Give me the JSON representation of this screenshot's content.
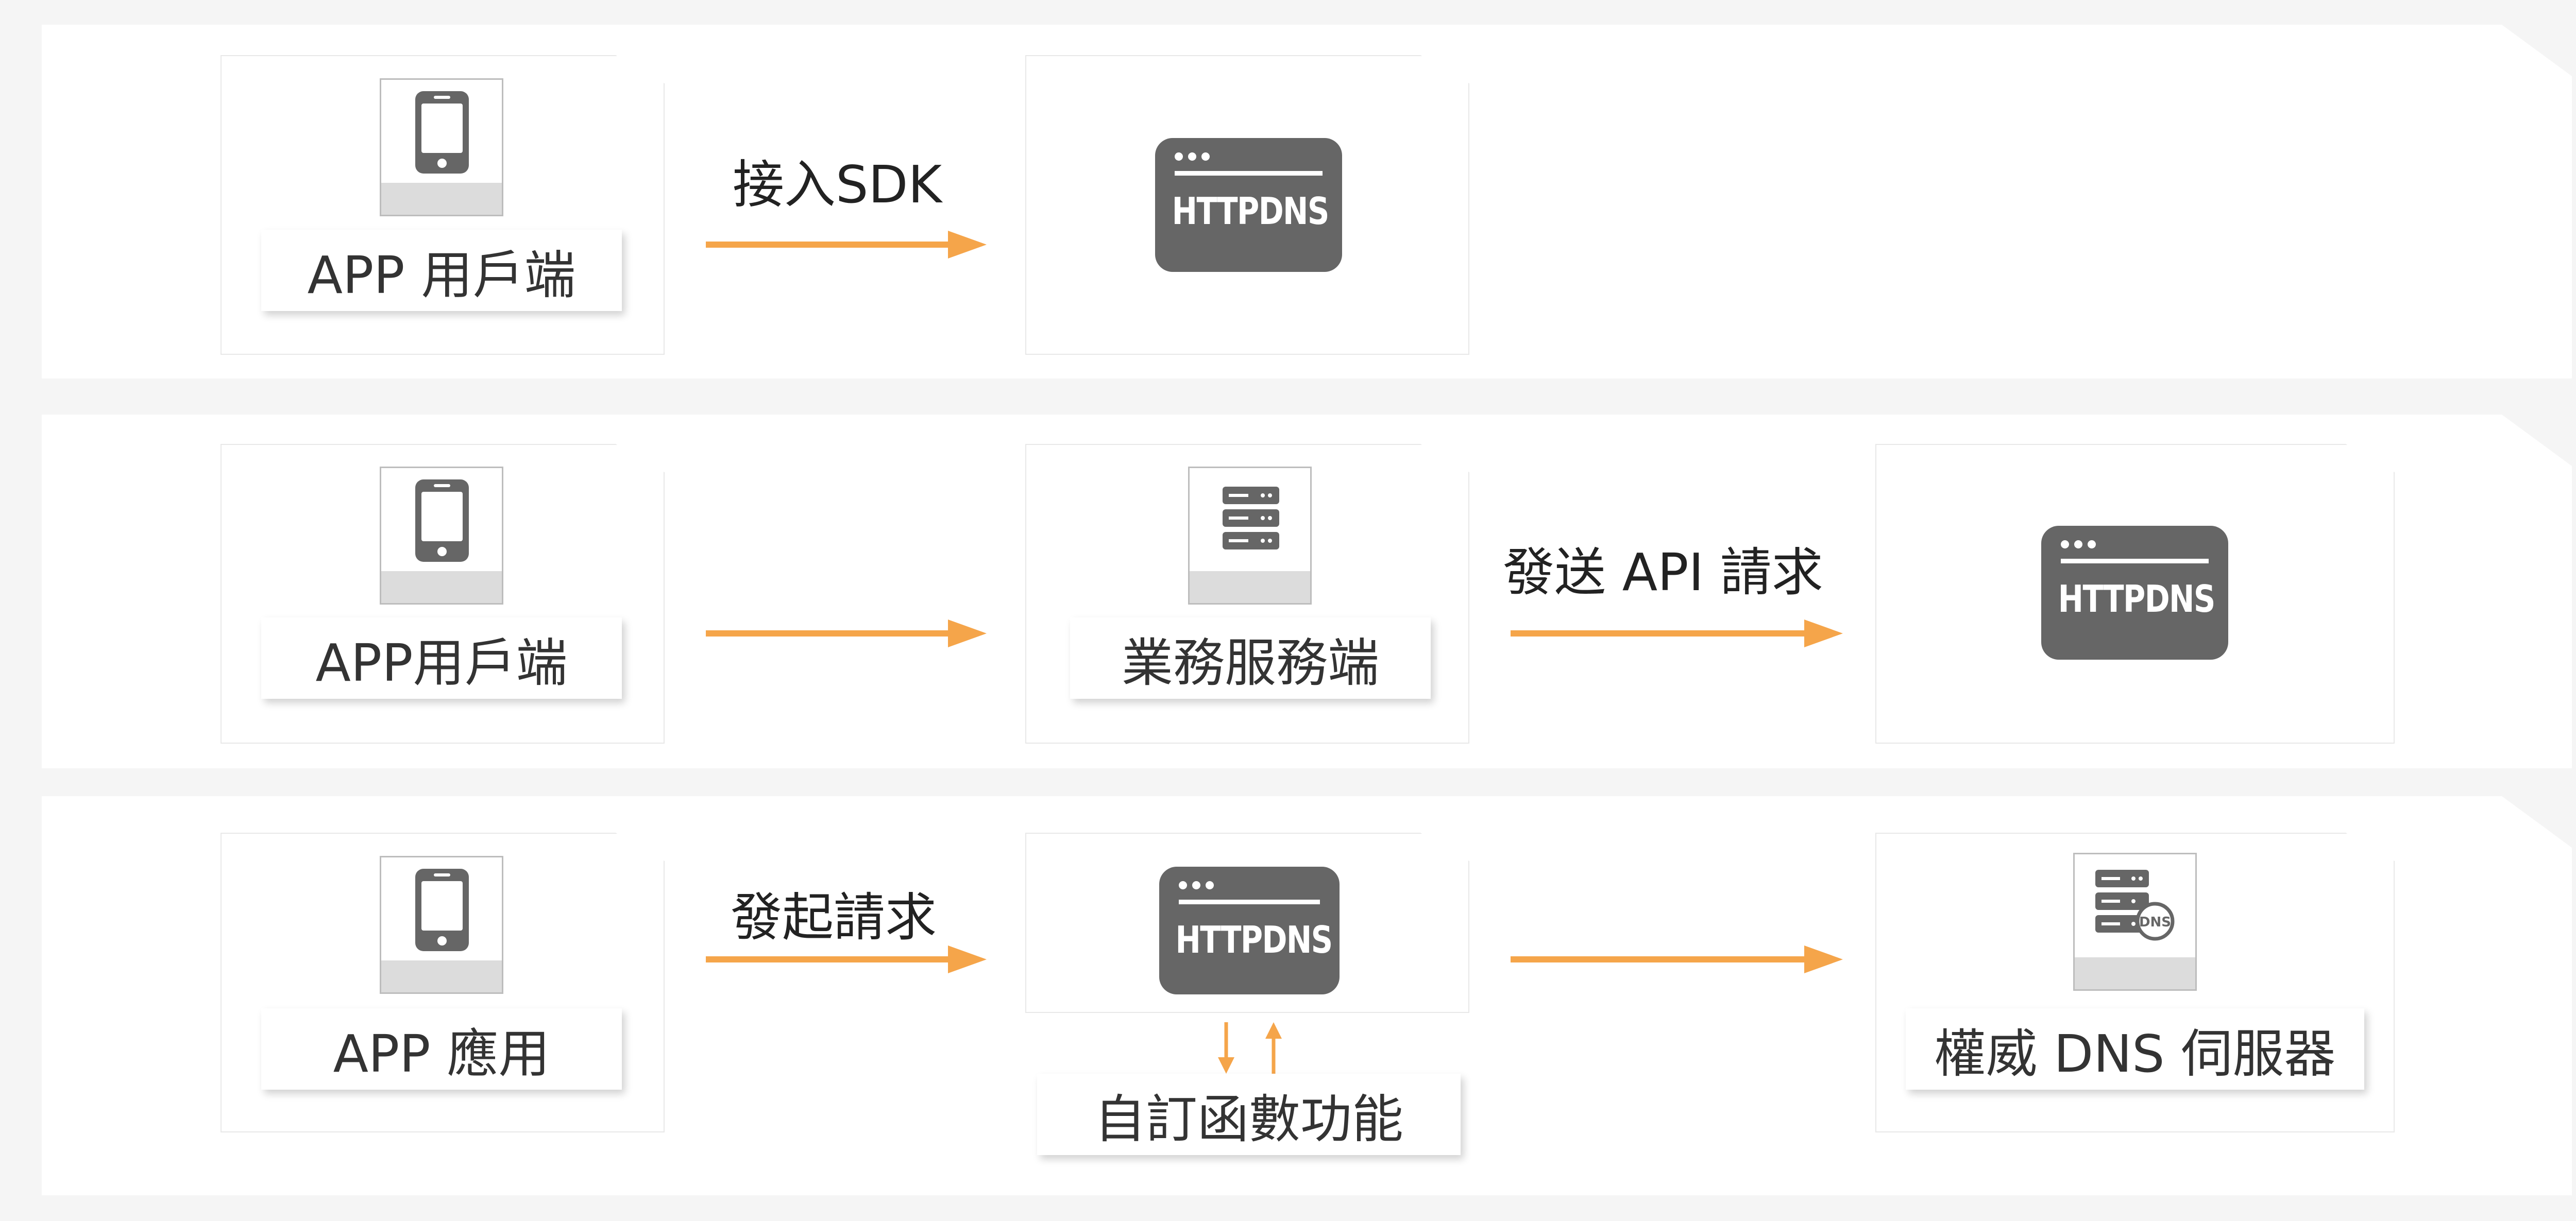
{
  "rows": [
    {
      "client_label": "APP 用戶端",
      "flow1_label": "接入SDK",
      "badge_text": "HTTPDNS"
    },
    {
      "client_label": "APP用戶端",
      "server_label": "業務服務端",
      "flow2_label": "發送 API 請求",
      "badge_text": "HTTPDNS"
    },
    {
      "client_label": "APP 應用",
      "flow1_label": "發起請求",
      "badge_text": "HTTPDNS",
      "function_label": "自訂函數功能",
      "dns_label": "權威 DNS 伺服器",
      "dns_icon_text": "DNS"
    }
  ],
  "colors": {
    "arrow": "#f5a54a",
    "badge": "#666666",
    "icon": "#666666"
  }
}
